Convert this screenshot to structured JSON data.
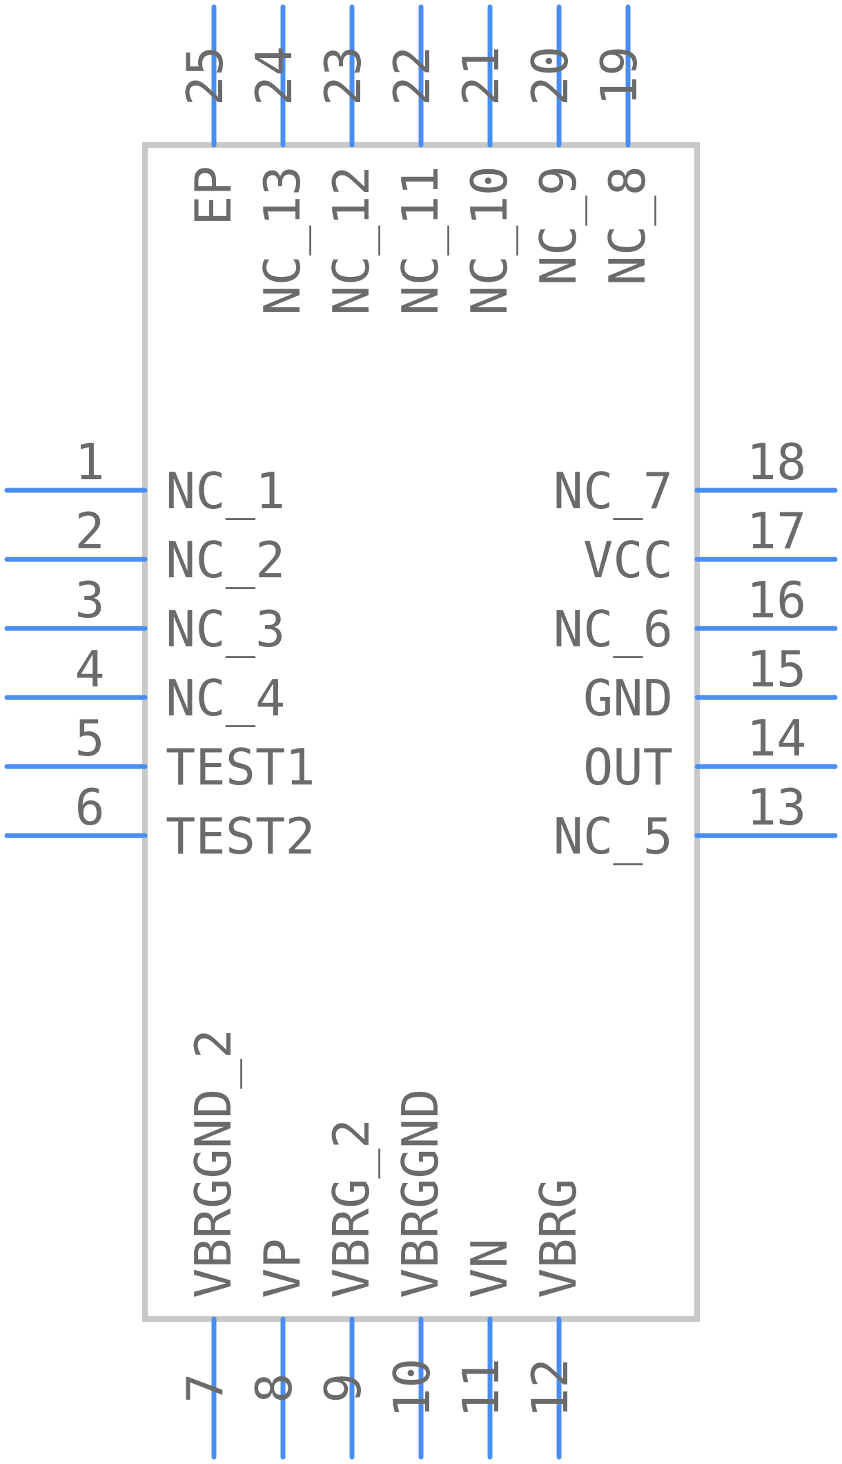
{
  "component": {
    "left_pins": [
      {
        "number": "1",
        "name": "NC_1"
      },
      {
        "number": "2",
        "name": "NC_2"
      },
      {
        "number": "3",
        "name": "NC_3"
      },
      {
        "number": "4",
        "name": "NC_4"
      },
      {
        "number": "5",
        "name": "TEST1"
      },
      {
        "number": "6",
        "name": "TEST2"
      }
    ],
    "right_pins": [
      {
        "number": "18",
        "name": "NC_7"
      },
      {
        "number": "17",
        "name": "VCC"
      },
      {
        "number": "16",
        "name": "NC_6"
      },
      {
        "number": "15",
        "name": "GND"
      },
      {
        "number": "14",
        "name": "OUT"
      },
      {
        "number": "13",
        "name": "NC_5"
      }
    ],
    "top_pins": [
      {
        "number": "25",
        "name": "EP"
      },
      {
        "number": "24",
        "name": "NC_13"
      },
      {
        "number": "23",
        "name": "NC_12"
      },
      {
        "number": "22",
        "name": "NC_11"
      },
      {
        "number": "21",
        "name": "NC_10"
      },
      {
        "number": "20",
        "name": "NC_9"
      },
      {
        "number": "19",
        "name": "NC_8"
      }
    ],
    "bottom_pins": [
      {
        "number": "7",
        "name": "VBRGGND_2"
      },
      {
        "number": "8",
        "name": "VP"
      },
      {
        "number": "9",
        "name": "VBRG_2"
      },
      {
        "number": "10",
        "name": "VBRGGND"
      },
      {
        "number": "11",
        "name": "VN"
      },
      {
        "number": "12",
        "name": "VBRG"
      }
    ]
  },
  "colors": {
    "pin": "#4a8ef2",
    "outline": "#c8c8c8",
    "text": "#6b6b6b"
  }
}
